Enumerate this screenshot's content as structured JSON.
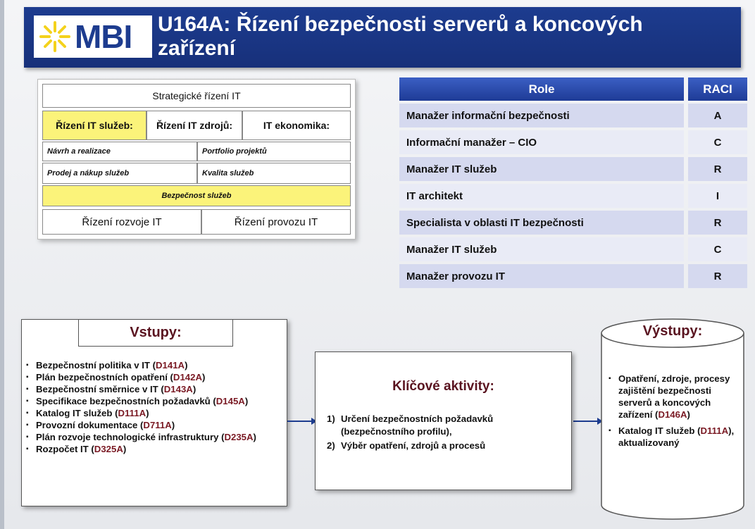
{
  "header": {
    "logo_text": "MBI",
    "title": "U164A: Řízení bezpečnosti serverů a koncových zařízení"
  },
  "framework": {
    "top": "Strategické řízení IT",
    "col1": "Řízení IT služeb:",
    "col2": "Řízení IT zdrojů:",
    "col3": "IT ekonomika:",
    "r1a": "Návrh a realizace",
    "r1b": "Portfolio projektů",
    "r2a": "Prodej a nákup služeb",
    "r2b": "Kvalita služeb",
    "security": "Bezpečnost služeb",
    "bottom_left": "Řízení rozvoje IT",
    "bottom_right": "Řízení provozu IT"
  },
  "raci": {
    "header_role": "Role",
    "header_raci": "RACI",
    "rows": [
      {
        "role": "Manažer informační bezpečnosti",
        "raci": "A"
      },
      {
        "role": "Informační manažer – CIO",
        "raci": "C"
      },
      {
        "role": "Manažer IT služeb",
        "raci": "R"
      },
      {
        "role": "IT architekt",
        "raci": "I"
      },
      {
        "role": "Specialista v oblasti IT bezpečnosti",
        "raci": "R"
      },
      {
        "role": "Manažer IT služeb",
        "raci": "C"
      },
      {
        "role": "Manažer provozu IT",
        "raci": "R"
      }
    ]
  },
  "inputs": {
    "title": "Vstupy:",
    "items": [
      {
        "text": "Bezpečnostní politika v IT (",
        "code": "D141A",
        "end": ")"
      },
      {
        "text": "Plán bezpečnostních opatření (",
        "code": "D142A",
        "end": ")"
      },
      {
        "text": "Bezpečnostní směrnice v IT (",
        "code": "D143A",
        "end": ")"
      },
      {
        "text": "Specifikace bezpečnostních požadavků (",
        "code": "D145A",
        "end": ")"
      },
      {
        "text": "Katalog IT služeb (",
        "code": "D111A",
        "end": ")"
      },
      {
        "text": "Provozní dokumentace (",
        "code": "D711A",
        "end": ")"
      },
      {
        "text": "Plán rozvoje technologické infrastruktury (",
        "code": "D235A",
        "end": ")"
      },
      {
        "text": "Rozpočet IT (",
        "code": "D325A",
        "end": ")"
      }
    ]
  },
  "activities": {
    "title": "Klíčové aktivity:",
    "items": [
      {
        "num": "1)",
        "text": "Určení bezpečnostních požadavků (bezpečnostního profilu),"
      },
      {
        "num": "2)",
        "text": "Výběr opatření, zdrojů a procesů"
      }
    ]
  },
  "outputs": {
    "title": "Výstupy:",
    "items": [
      {
        "text": "Opatření, zdroje, procesy zajištění bezpečnosti serverů a koncových zařízení (",
        "code": "D146A",
        "end": ")"
      },
      {
        "text": "Katalog IT služeb (",
        "code": "D111A",
        "end": "), aktualizovaný"
      }
    ]
  }
}
